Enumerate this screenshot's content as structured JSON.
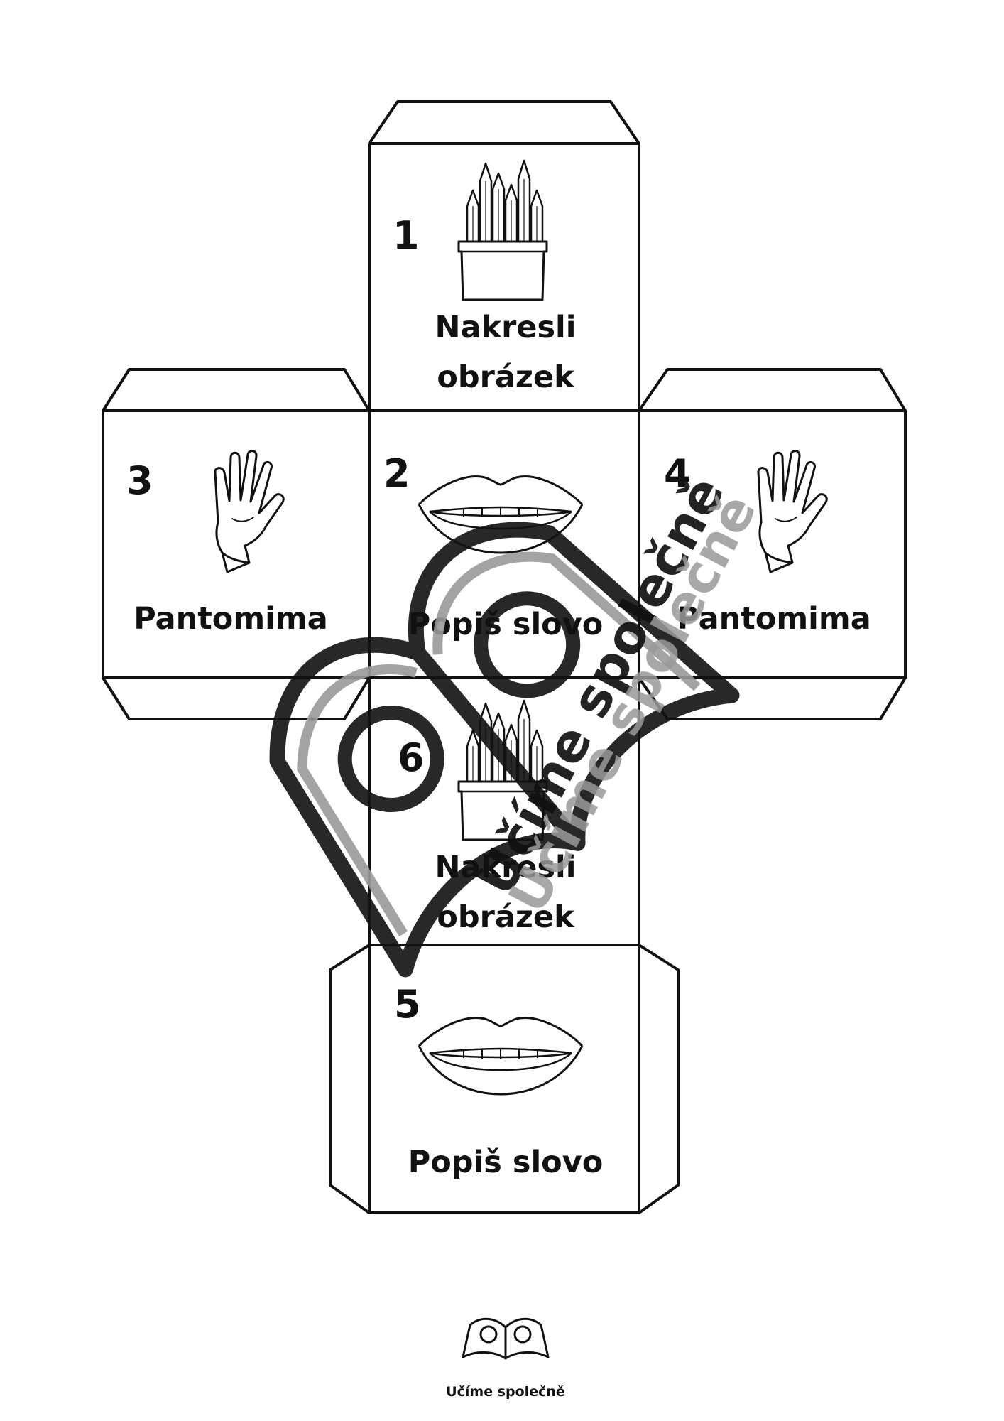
{
  "faces": [
    {
      "id": "face-1",
      "number": "1",
      "label_lines": [
        "Nakresli",
        "obrázek"
      ],
      "icon": "pencils-cup-icon"
    },
    {
      "id": "face-2",
      "number": "2",
      "label_lines": [
        "Popiš slovo"
      ],
      "icon": "lips-icon"
    },
    {
      "id": "face-3",
      "number": "3",
      "label_lines": [
        "Pantomima"
      ],
      "icon": "hand-icon"
    },
    {
      "id": "face-4",
      "number": "4",
      "label_lines": [
        "Pantomima"
      ],
      "icon": "hand-icon"
    },
    {
      "id": "face-5",
      "number": "5",
      "label_lines": [
        "Popiš slovo"
      ],
      "icon": "lips-icon"
    },
    {
      "id": "face-6",
      "number": "6",
      "label_lines": [
        "Nakresli",
        "obrázek"
      ],
      "icon": "pencils-cup-icon"
    }
  ],
  "watermark": {
    "text": "Učíme společně",
    "icon": "open-book-logo-icon"
  },
  "footer": {
    "logo_text": "Učíme společně",
    "icon": "open-book-logo-icon"
  },
  "colors": {
    "line": "#111111",
    "watermark": "#9a9a9a"
  }
}
